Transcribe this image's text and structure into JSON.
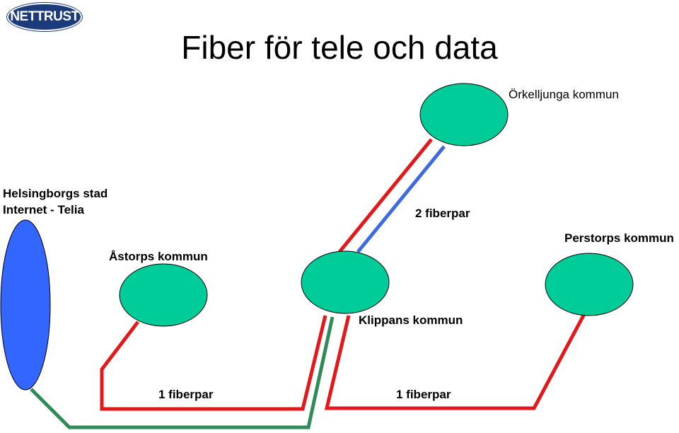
{
  "logo": {
    "text": "NETTRUST"
  },
  "title": "Fiber för tele och data",
  "labels": {
    "orkelljunga": "Örkelljunga kommun",
    "helsingborg_line1": "Helsingborgs stad",
    "helsingborg_line2": "Internet - Telia",
    "astorp": "Åstorps kommun",
    "fiberpar_2": "2 fiberpar",
    "perstorp": "Perstorps kommun",
    "klippan": "Klippans kommun",
    "fiberpar_1_left": "1 fiberpar",
    "fiberpar_1_right": "1 fiberpar"
  },
  "colors": {
    "node_green": "#00cc99",
    "node_blue": "#3366ff",
    "link_red": "#e3181b",
    "link_blue": "#3c6be0",
    "link_green": "#2e8b57",
    "logo_bg": "#1c3b7c"
  }
}
